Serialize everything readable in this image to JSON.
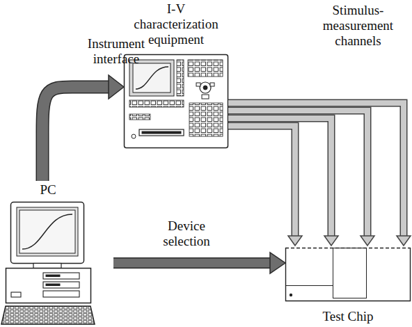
{
  "diagram": {
    "nodes": [
      {
        "text": [
          "PC"
        ]
      },
      {
        "text": [
          "I-V characterization equipment"
        ]
      },
      {
        "text": [
          "Test Chip"
        ]
      }
    ],
    "edges": [
      {
        "from": 0,
        "to": 1,
        "label": "Instrument interface",
        "arrow": "to"
      },
      {
        "from": 1,
        "to": 2,
        "label": "Stimulus- measurement channels",
        "arrow": "to"
      },
      {
        "from": 0,
        "to": 2,
        "label": "Device selection",
        "arrow": "to"
      }
    ]
  }
}
